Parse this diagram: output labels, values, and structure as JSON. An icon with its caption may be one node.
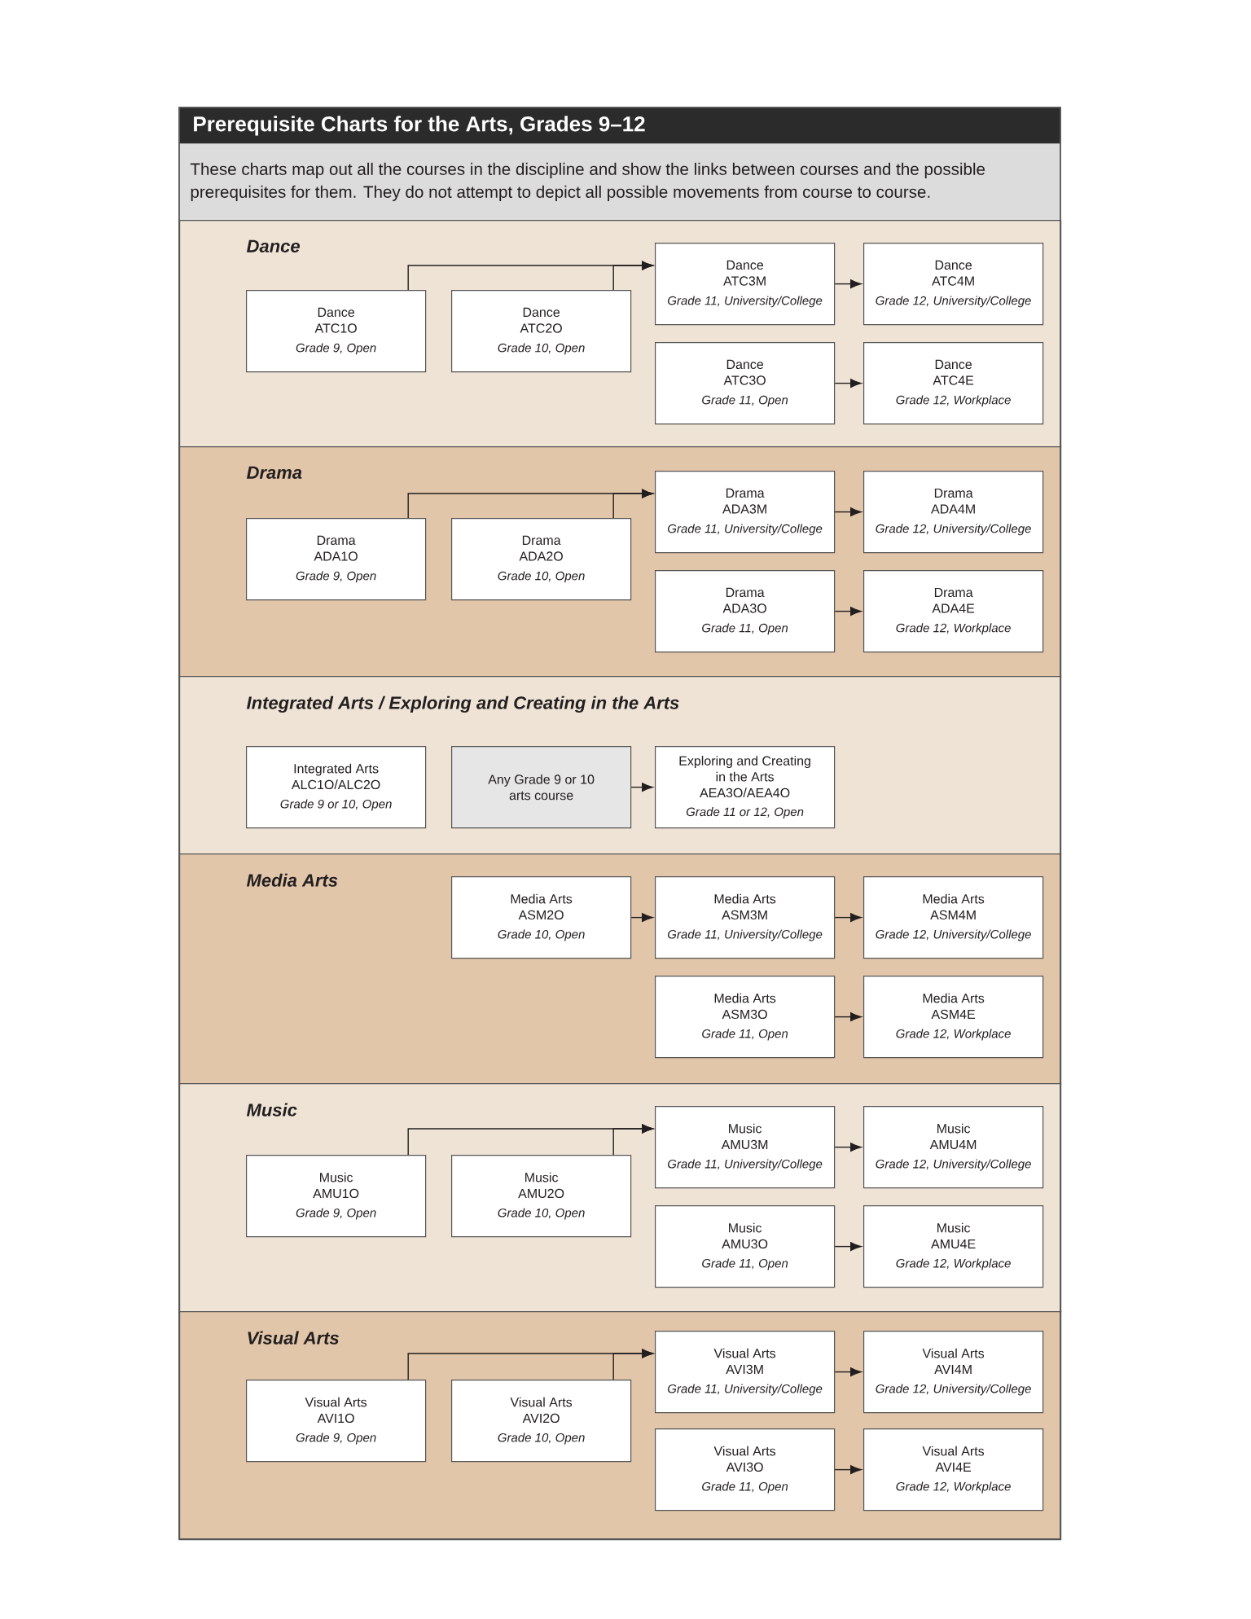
{
  "diagram": {
    "title": "Prerequisite Charts for the Arts, Grades 9–12",
    "caption": "These charts map out all the courses in the discipline and show the links between courses and the possible prerequisites for them. They do not attempt to depict all possible movements from course to course.",
    "nodes": [
      {
        "text": [
          "Dance"
        ]
      },
      {
        "text": [
          "Dance ATC1O",
          "Grade 9, Open"
        ],
        "in": 0
      },
      {
        "text": [
          "Dance ATC2O",
          "Grade 10, Open"
        ],
        "in": 0
      },
      {
        "text": [
          "Dance ATC3M",
          "Grade 11, University/College"
        ],
        "in": 0
      },
      {
        "text": [
          "Dance ATC4M",
          "Grade 12, University/College"
        ],
        "in": 0
      },
      {
        "text": [
          "Dance ATC3O",
          "Grade 11, Open"
        ],
        "in": 0
      },
      {
        "text": [
          "Dance ATC4E",
          "Grade 12, Workplace"
        ],
        "in": 0
      },
      {
        "text": [
          "Drama"
        ]
      },
      {
        "text": [
          "Drama ADA1O",
          "Grade 9, Open"
        ],
        "in": 7
      },
      {
        "text": [
          "Drama ADA2O",
          "Grade 10, Open"
        ],
        "in": 7
      },
      {
        "text": [
          "Drama ADA3M",
          "Grade 11, University/College"
        ],
        "in": 7
      },
      {
        "text": [
          "Drama ADA4M",
          "Grade 12, University/College"
        ],
        "in": 7
      },
      {
        "text": [
          "Drama ADA3O",
          "Grade 11, Open"
        ],
        "in": 7
      },
      {
        "text": [
          "Drama ADA4E",
          "Grade 12, Workplace"
        ],
        "in": 7
      },
      {
        "text": [
          "Integrated Arts / Exploring and Creating in the Arts"
        ]
      },
      {
        "text": [
          "Integrated Arts ALC1O/ALC2O",
          "Grade 9 or 10, Open"
        ],
        "in": 14
      },
      {
        "text": [
          "Any Grade 9 or 10 arts course"
        ],
        "in": 14
      },
      {
        "text": [
          "Exploring and Creating in the Arts AEA3O/AEA4O",
          "Grade 11 or 12, Open"
        ],
        "in": 14
      },
      {
        "text": [
          "Media Arts"
        ]
      },
      {
        "text": [
          "Media Arts ASM2O",
          "Grade 10, Open"
        ],
        "in": 18
      },
      {
        "text": [
          "Media Arts ASM3M",
          "Grade 11, University/College"
        ],
        "in": 18
      },
      {
        "text": [
          "Media Arts ASM4M",
          "Grade 12, University/College"
        ],
        "in": 18
      },
      {
        "text": [
          "Media Arts ASM3O",
          "Grade 11, Open"
        ],
        "in": 18
      },
      {
        "text": [
          "Media Arts ASM4E",
          "Grade 12, Workplace"
        ],
        "in": 18
      },
      {
        "text": [
          "Music"
        ]
      },
      {
        "text": [
          "Music AMU1O",
          "Grade 9, Open"
        ],
        "in": 24
      },
      {
        "text": [
          "Music AMU2O",
          "Grade 10, Open"
        ],
        "in": 24
      },
      {
        "text": [
          "Music AMU3M",
          "Grade 11, University/College"
        ],
        "in": 24
      },
      {
        "text": [
          "Music AMU4M",
          "Grade 12, University/College"
        ],
        "in": 24
      },
      {
        "text": [
          "Music AMU3O",
          "Grade 11, Open"
        ],
        "in": 24
      },
      {
        "text": [
          "Music AMU4E",
          "Grade 12, Workplace"
        ],
        "in": 24
      },
      {
        "text": [
          "Visual Arts"
        ]
      },
      {
        "text": [
          "Visual Arts AVI1O",
          "Grade 9, Open"
        ],
        "in": 31
      },
      {
        "text": [
          "Visual Arts AVI2O",
          "Grade 10, Open"
        ],
        "in": 31
      },
      {
        "text": [
          "Visual Arts AVI3M",
          "Grade 11, University/College"
        ],
        "in": 31
      },
      {
        "text": [
          "Visual Arts AVI4M",
          "Grade 12, University/College"
        ],
        "in": 31
      },
      {
        "text": [
          "Visual Arts AVI3O",
          "Grade 11, Open"
        ],
        "in": 31
      },
      {
        "text": [
          "Visual Arts AVI4E",
          "Grade 12, Workplace"
        ],
        "in": 31
      }
    ],
    "edges": [
      {
        "from": 1,
        "to": 3,
        "arrow": "to"
      },
      {
        "from": 2,
        "to": 3,
        "arrow": "to"
      },
      {
        "from": 3,
        "to": 4,
        "arrow": "to"
      },
      {
        "from": 5,
        "to": 6,
        "arrow": "to"
      },
      {
        "from": 8,
        "to": 10,
        "arrow": "to"
      },
      {
        "from": 9,
        "to": 10,
        "arrow": "to"
      },
      {
        "from": 10,
        "to": 11,
        "arrow": "to"
      },
      {
        "from": 12,
        "to": 13,
        "arrow": "to"
      },
      {
        "from": 16,
        "to": 17,
        "arrow": "to"
      },
      {
        "from": 19,
        "to": 20,
        "arrow": "to"
      },
      {
        "from": 20,
        "to": 21,
        "arrow": "to"
      },
      {
        "from": 22,
        "to": 23,
        "arrow": "to"
      },
      {
        "from": 25,
        "to": 27,
        "arrow": "to"
      },
      {
        "from": 26,
        "to": 27,
        "arrow": "to"
      },
      {
        "from": 27,
        "to": 28,
        "arrow": "to"
      },
      {
        "from": 29,
        "to": 30,
        "arrow": "to"
      },
      {
        "from": 32,
        "to": 34,
        "arrow": "to"
      },
      {
        "from": 33,
        "to": 34,
        "arrow": "to"
      },
      {
        "from": 34,
        "to": 35,
        "arrow": "to"
      },
      {
        "from": 36,
        "to": 37,
        "arrow": "to"
      }
    ]
  }
}
